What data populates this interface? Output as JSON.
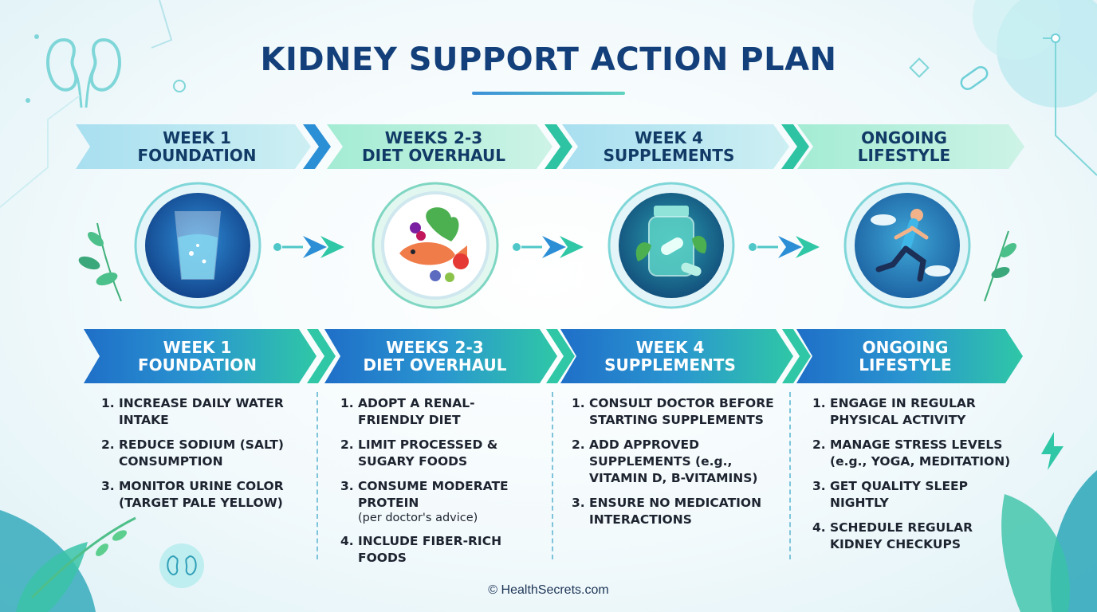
{
  "title": "KIDNEY SUPPORT ACTION PLAN",
  "phases": [
    {
      "title_line1": "WEEK 1",
      "title_line2": "FOUNDATION",
      "icon": "water-glass-icon",
      "steps": [
        {
          "num": "1.",
          "text": "INCREASE DAILY WATER INTAKE",
          "note": ""
        },
        {
          "num": "2.",
          "text": "REDUCE SODIUM (SALT) CONSUMPTION",
          "note": ""
        },
        {
          "num": "3.",
          "text": "MONITOR URINE COLOR (TARGET PALE YELLOW)",
          "note": ""
        }
      ]
    },
    {
      "title_line1": "WEEKS 2-3",
      "title_line2": "DIET OVERHAUL",
      "icon": "healthy-plate-icon",
      "steps": [
        {
          "num": "1.",
          "text": "ADOPT A RENAL-FRIENDLY DIET",
          "note": ""
        },
        {
          "num": "2.",
          "text": "LIMIT PROCESSED & SUGARY FOODS",
          "note": ""
        },
        {
          "num": "3.",
          "text": "CONSUME MODERATE PROTEIN",
          "note": "(per doctor's advice)"
        },
        {
          "num": "4.",
          "text": "INCLUDE FIBER-RICH FOODS",
          "note": ""
        }
      ]
    },
    {
      "title_line1": "WEEK 4",
      "title_line2": "SUPPLEMENTS",
      "icon": "supplement-bottle-icon",
      "steps": [
        {
          "num": "1.",
          "text": "CONSULT DOCTOR BEFORE STARTING SUPPLEMENTS",
          "note": ""
        },
        {
          "num": "2.",
          "text": "ADD APPROVED SUPPLEMENTS (e.g., VITAMIN D, B-VITAMINS)",
          "note": ""
        },
        {
          "num": "3.",
          "text": "ENSURE NO MEDICATION INTERACTIONS",
          "note": ""
        }
      ]
    },
    {
      "title_line1": "ONGOING",
      "title_line2": "LIFESTYLE",
      "icon": "running-person-icon",
      "steps": [
        {
          "num": "1.",
          "text": "ENGAGE IN REGULAR PHYSICAL ACTIVITY",
          "note": ""
        },
        {
          "num": "2.",
          "text": "MANAGE STRESS LEVELS (e.g., YOGA, MEDITATION)",
          "note": ""
        },
        {
          "num": "3.",
          "text": "GET QUALITY SLEEP NIGHTLY",
          "note": ""
        },
        {
          "num": "4.",
          "text": "SCHEDULE REGULAR KIDNEY CHECKUPS",
          "note": ""
        }
      ]
    }
  ],
  "footer": "© HealthSecrets.com",
  "colors": {
    "title": "#13407a",
    "banner_top": "#bfeaf0",
    "banner_bottom_start": "#1f7fd0",
    "banner_bottom_end": "#2fc7a6",
    "accent_teal": "#2fc7a6"
  }
}
